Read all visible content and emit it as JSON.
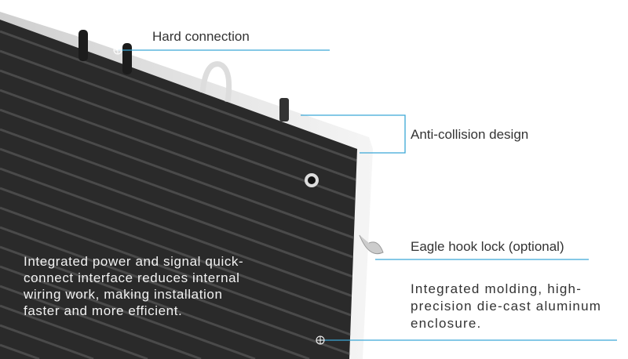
{
  "callouts": {
    "hard_connection": "Hard connection",
    "anti_collision": "Anti-collision design",
    "eagle_hook": "Eagle hook lock (optional)",
    "molding_line1": "Integrated molding, high-",
    "molding_line2": "precision die-cast aluminum",
    "molding_line3": "enclosure."
  },
  "description": {
    "line1": "Integrated power and signal quick-",
    "line2": "connect interface reduces internal",
    "line3": "wiring work, making installation",
    "line4": "faster and more efficient."
  },
  "colors": {
    "callout_line": "#3aa7d6",
    "panel": "#2b2b2b",
    "frame": "#e4e4e4"
  },
  "icons": [
    "crosshair-marker-icon"
  ]
}
